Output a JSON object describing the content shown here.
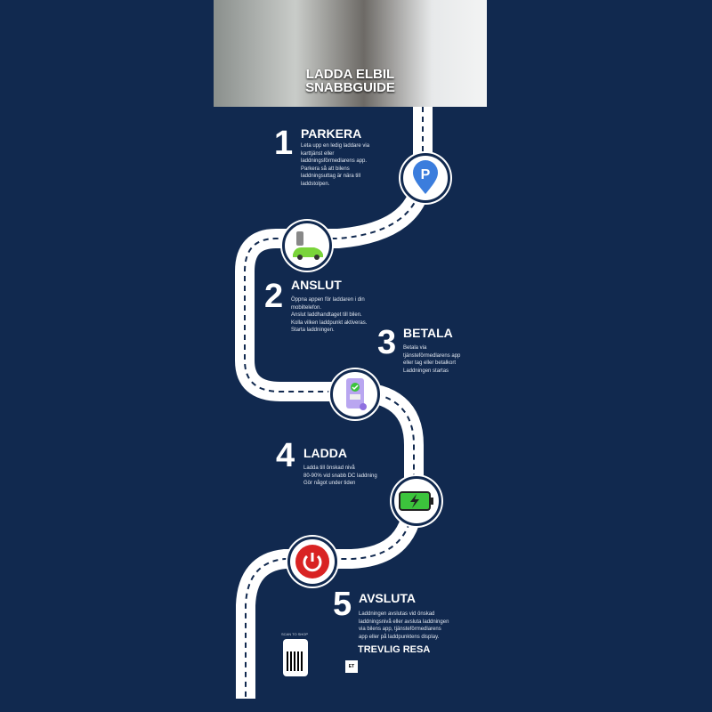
{
  "hero": {
    "title_line1": "LADDA ELBIL",
    "title_line2": "SNABBGUIDE"
  },
  "steps": [
    {
      "number": "1",
      "title": "PARKERA",
      "lines": [
        "Leta upp en ledig laddare via",
        "karttjänst eller",
        "laddningsförmedlarens app.",
        "Parkera så att bilens",
        "laddningsuttag är nära till",
        "laddstolpen."
      ],
      "icon": "parking-pin-icon"
    },
    {
      "number": "2",
      "title": "ANSLUT",
      "lines": [
        "Öppna appen för laddaren i din",
        "mobiltelefon.",
        "Anslut laddhandtaget till bilen.",
        "Kolla vilken laddpunkt aktiveras.",
        "Starta laddningen."
      ],
      "icon": "car-charger-icon"
    },
    {
      "number": "3",
      "title": "BETALA",
      "lines": [
        "Betala via",
        "tjänsteförmedlarens app",
        "eller tag eller betalkort",
        "Laddningen startas"
      ],
      "icon": "phone-pay-icon"
    },
    {
      "number": "4",
      "title": "LADDA",
      "lines": [
        "Ladda till önskad nivå",
        "80-90% vid snabb DC laddning",
        "Gör något under tiden"
      ],
      "icon": "battery-charging-icon"
    },
    {
      "number": "5",
      "title": "AVSLUTA",
      "lines": [
        "Laddningen avslutas vid önskad",
        "laddningsnivå eller avsluta laddningen",
        "via bilens app, tjänsteförmedlarens",
        "app eller på laddpunktens display."
      ],
      "icon": "power-button-icon"
    }
  ],
  "footer": {
    "closing": "TREVLIG RESA",
    "qr_label": "SCAN TO SHOP",
    "logo_text": "ET"
  },
  "colors": {
    "background": "#11294f",
    "road": "#ffffff",
    "parking": "#3b7ddd",
    "battery": "#3cc43c",
    "power": "#d92323"
  }
}
